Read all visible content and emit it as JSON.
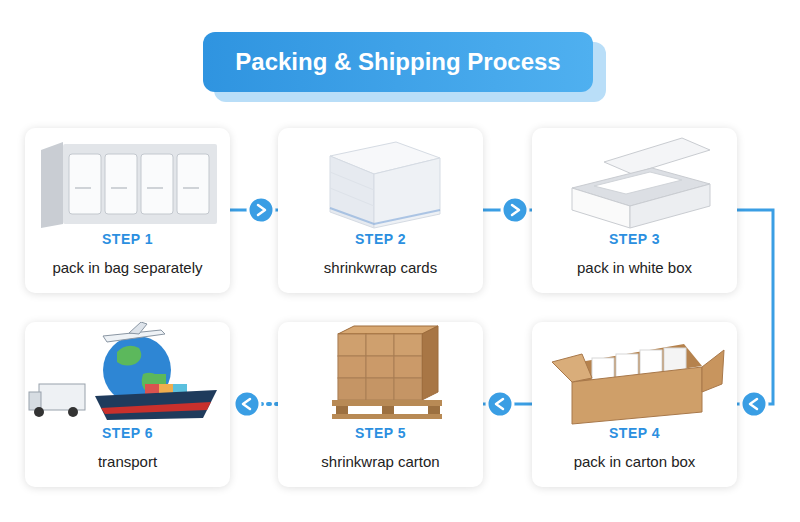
{
  "diagram": {
    "title": "Packing & Shipping Process",
    "nodes": [
      {
        "text": [
          "STEP 1",
          "pack in bag separately"
        ]
      },
      {
        "text": [
          "STEP 2",
          "shrinkwrap cards"
        ]
      },
      {
        "text": [
          "STEP 3",
          "pack in white box"
        ]
      },
      {
        "text": [
          "STEP 4",
          "pack in carton box"
        ]
      },
      {
        "text": [
          "STEP 5",
          "shrinkwrap carton"
        ]
      },
      {
        "text": [
          "STEP 6",
          "transport"
        ]
      }
    ],
    "edges": [
      {
        "from": 0,
        "to": 1,
        "arrow": "to"
      },
      {
        "from": 1,
        "to": 2,
        "arrow": "to"
      },
      {
        "from": 2,
        "to": 3,
        "arrow": "to"
      },
      {
        "from": 3,
        "to": 4,
        "arrow": "to"
      },
      {
        "from": 4,
        "to": 5,
        "arrow": "to"
      }
    ]
  }
}
